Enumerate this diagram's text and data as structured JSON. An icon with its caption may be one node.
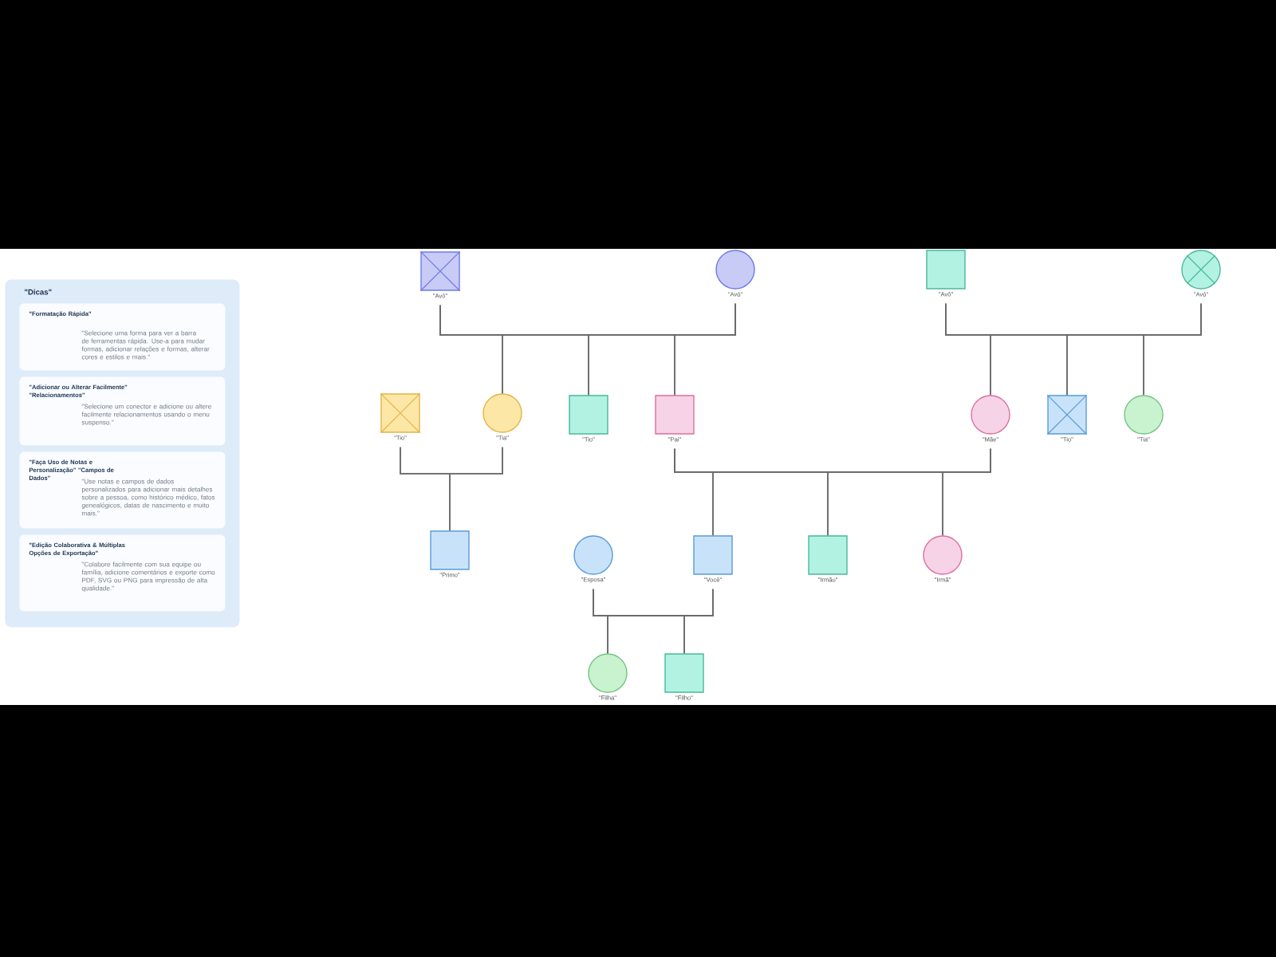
{
  "diagram": {
    "nodes": [
      {
        "text": [
          "\"Dicas\""
        ]
      },
      {
        "text": [
          "\"Formatação Rápida\"",
          "\"Selecione uma forma para ver a barra de ferramentas rápida. Use-a para mudar formas, adicionar relações e formas, alterar cores e estilos e mais.\""
        ],
        "in": 0
      },
      {
        "text": [
          "\"Adicionar ou Alterar Facilmente\" \"Relacionamentos\"",
          "\"Selecione um conector e adicione ou altere facilmente relacionamentos usando o menu suspenso.\""
        ],
        "in": 0
      },
      {
        "text": [
          "\"Faça Uso de Notas e Personalização\" \"Campos de Dados\"",
          "\"Use notas e campos de dados personalizados para adicionar mais detalhes sobre a pessoa, como histórico médico, fatos genealógicos, datas de nascimento e muito mais.\""
        ],
        "in": 0
      },
      {
        "text": [
          "\"Edição Colaborativa & Múltiplas Opções de Exportação\"",
          "\"Colabore facilmente com sua equipe ou família, adicione comentários e exporte como PDF, SVG ou PNG para impressão de alta qualidade.\""
        ],
        "in": 0
      },
      {
        "text": [],
        "shape": "box",
        "beside": [
          "\"Avô\""
        ]
      },
      {
        "text": [],
        "shape": "circle",
        "beside": [
          "\"Avó\""
        ]
      },
      {
        "text": [],
        "shape": "box",
        "beside": [
          "\"Avô\""
        ]
      },
      {
        "text": [],
        "shape": "circle",
        "beside": [
          "\"Avó\""
        ]
      },
      {
        "text": [],
        "shape": "box",
        "beside": [
          "\"Tio\""
        ]
      },
      {
        "text": [],
        "shape": "circle",
        "beside": [
          "\"Tia\""
        ]
      },
      {
        "text": [],
        "shape": "box",
        "beside": [
          "\"Tio\""
        ]
      },
      {
        "text": [],
        "shape": "box",
        "beside": [
          "\"Pai\""
        ]
      },
      {
        "text": [],
        "shape": "circle",
        "beside": [
          "\"Mãe\""
        ]
      },
      {
        "text": [],
        "shape": "box",
        "beside": [
          "\"Tio\""
        ]
      },
      {
        "text": [],
        "shape": "circle",
        "beside": [
          "\"Tia\""
        ]
      },
      {
        "text": [],
        "shape": "box",
        "beside": [
          "\"Primo\""
        ]
      },
      {
        "text": [],
        "shape": "circle",
        "beside": [
          "\"Esposa\""
        ]
      },
      {
        "text": [],
        "shape": "box",
        "beside": [
          "\"Você\""
        ]
      },
      {
        "text": [],
        "shape": "box",
        "beside": [
          "\"Irmão\""
        ]
      },
      {
        "text": [],
        "shape": "circle",
        "beside": [
          "\"Irmã\""
        ]
      },
      {
        "text": [],
        "shape": "circle",
        "beside": [
          "\"Filha\""
        ]
      },
      {
        "text": [],
        "shape": "box",
        "beside": [
          "\"Filho\""
        ]
      }
    ],
    "edges": [
      {
        "from": 5,
        "to": 6,
        "arrow": "none"
      },
      {
        "from": 5,
        "to": 10,
        "arrow": "none"
      },
      {
        "from": 6,
        "to": 10,
        "arrow": "none"
      },
      {
        "from": 5,
        "to": 11,
        "arrow": "none"
      },
      {
        "from": 6,
        "to": 11,
        "arrow": "none"
      },
      {
        "from": 5,
        "to": 12,
        "arrow": "none"
      },
      {
        "from": 6,
        "to": 12,
        "arrow": "none"
      },
      {
        "from": 7,
        "to": 8,
        "arrow": "none"
      },
      {
        "from": 7,
        "to": 13,
        "arrow": "none"
      },
      {
        "from": 8,
        "to": 13,
        "arrow": "none"
      },
      {
        "from": 7,
        "to": 14,
        "arrow": "none"
      },
      {
        "from": 8,
        "to": 14,
        "arrow": "none"
      },
      {
        "from": 7,
        "to": 15,
        "arrow": "none"
      },
      {
        "from": 8,
        "to": 15,
        "arrow": "none"
      },
      {
        "from": 9,
        "to": 10,
        "arrow": "none"
      },
      {
        "from": 9,
        "to": 16,
        "arrow": "none"
      },
      {
        "from": 10,
        "to": 16,
        "arrow": "none"
      },
      {
        "from": 12,
        "to": 13,
        "arrow": "none"
      },
      {
        "from": 12,
        "to": 18,
        "arrow": "none"
      },
      {
        "from": 13,
        "to": 18,
        "arrow": "none"
      },
      {
        "from": 12,
        "to": 19,
        "arrow": "none"
      },
      {
        "from": 13,
        "to": 19,
        "arrow": "none"
      },
      {
        "from": 12,
        "to": 20,
        "arrow": "none"
      },
      {
        "from": 13,
        "to": 20,
        "arrow": "none"
      },
      {
        "from": 17,
        "to": 18,
        "arrow": "none"
      },
      {
        "from": 17,
        "to": 21,
        "arrow": "none"
      },
      {
        "from": 18,
        "to": 21,
        "arrow": "none"
      },
      {
        "from": 17,
        "to": 22,
        "arrow": "none"
      },
      {
        "from": 18,
        "to": 22,
        "arrow": "none"
      }
    ]
  }
}
